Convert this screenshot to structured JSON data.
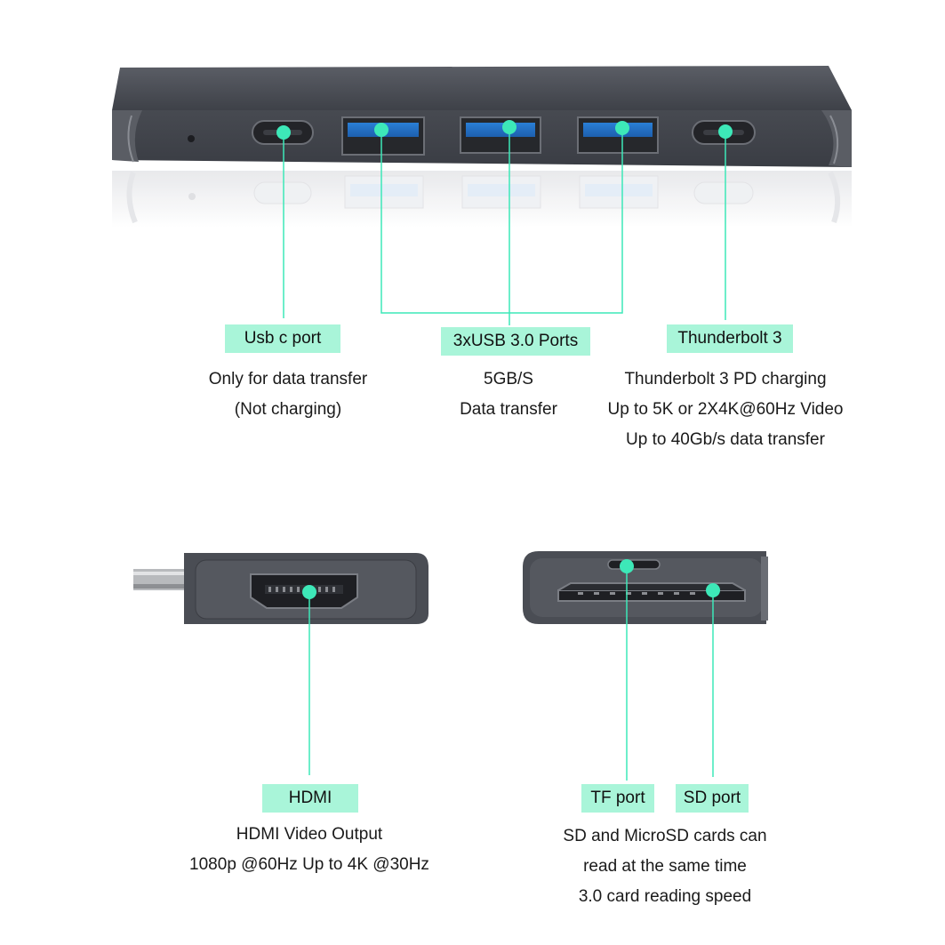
{
  "accent_color": "#3de8b8",
  "label_bg_color": "#a9f5d9",
  "device_color": "#4a4d54",
  "callouts": {
    "usb_c": {
      "label": "Usb c port",
      "lines": [
        "Only for data transfer",
        "(Not charging)"
      ]
    },
    "usb3": {
      "label": "3xUSB 3.0 Ports",
      "lines": [
        "5GB/S",
        "Data transfer"
      ]
    },
    "thunderbolt": {
      "label": "Thunderbolt 3",
      "lines": [
        "Thunderbolt 3 PD charging",
        "Up to 5K or 2X4K@60Hz Video",
        "Up to 40Gb/s data transfer"
      ]
    },
    "hdmi": {
      "label": "HDMI",
      "lines": [
        "HDMI Video Output",
        "1080p @60Hz Up to 4K @30Hz"
      ]
    },
    "tf": {
      "label": "TF port"
    },
    "sd": {
      "label": "SD port"
    },
    "cards": {
      "lines": [
        "SD and MicroSD cards can",
        "read at the same time",
        "3.0 card reading speed"
      ]
    }
  }
}
